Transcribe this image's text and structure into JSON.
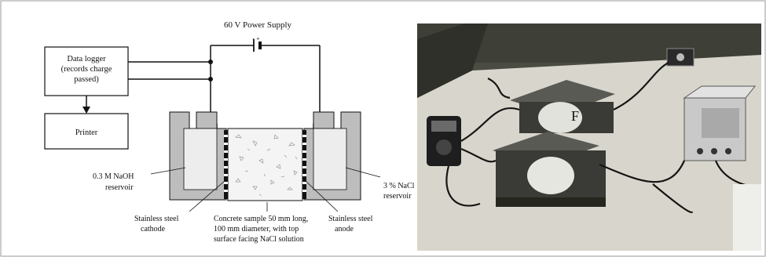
{
  "diagram": {
    "power_supply": "60 V Power Supply",
    "terminal_signs": "- +",
    "data_logger_lines": [
      "Data logger",
      "(records charge",
      "passed)"
    ],
    "printer": "Printer",
    "naoh_lines": [
      "0.3  M  NaOH",
      "reservoir"
    ],
    "nacl_lines": [
      "3 % NaCl",
      "reservoir"
    ],
    "cathode_lines": [
      "Stainless steel",
      "cathode"
    ],
    "anode_lines": [
      "Stainless steel",
      "anode"
    ],
    "sample_lines": [
      "Concrete  sample  50  mm  long,",
      "100  mm  diameter,  with  top",
      "surface facing NaCl solution"
    ]
  },
  "photo": {
    "cell_label_top": "F"
  },
  "colors": {
    "reservoir_outer": "#bdbdbd",
    "reservoir_inner": "#ededed",
    "sample": "#f4f4f4",
    "electrode": "#111111",
    "photo_table": "#d8d6cc",
    "photo_wall": "#3e3f36"
  }
}
